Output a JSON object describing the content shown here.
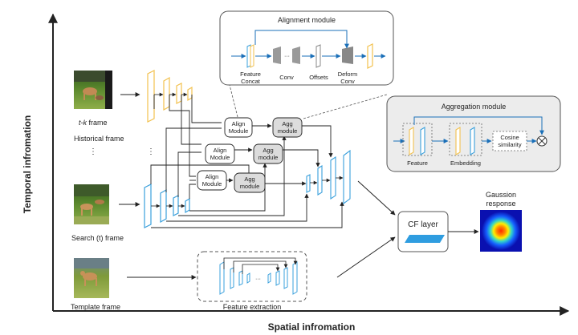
{
  "axes": {
    "y_label": "Temporal infromation",
    "x_label": "Spatial infromation"
  },
  "frames": {
    "tk_italic": "t-k",
    "tk_rest": " frame",
    "historical": "Historical frame",
    "search": "Search (t) frame",
    "template": "Template frame"
  },
  "modules": {
    "align_l1": "Align",
    "align_l2": "Module",
    "agg_l1": "Agg",
    "agg_l2": "module"
  },
  "feature_extraction": "Feature extraction",
  "alignment_module": {
    "title": "Alignment module",
    "feature_concat_l1": "Feature",
    "feature_concat_l2": "Concat",
    "conv": "Conv",
    "offsets": "Offsets",
    "deform_l1": "Deform",
    "deform_l2": "Conv"
  },
  "aggregation_module": {
    "title": "Aggregation module",
    "feature": "Feature",
    "embedding": "Embedding",
    "cosine_l1": "Cosine",
    "cosine_l2": "similarity"
  },
  "cf_layer": "CF layer",
  "gaussian_l1": "Gaussion",
  "gaussian_l2": "response",
  "colors": {
    "blue": "#3aa0dc",
    "yellow": "#f2c14e",
    "gray_box": "#ececec",
    "agg_fill": "#dcdcdc"
  }
}
